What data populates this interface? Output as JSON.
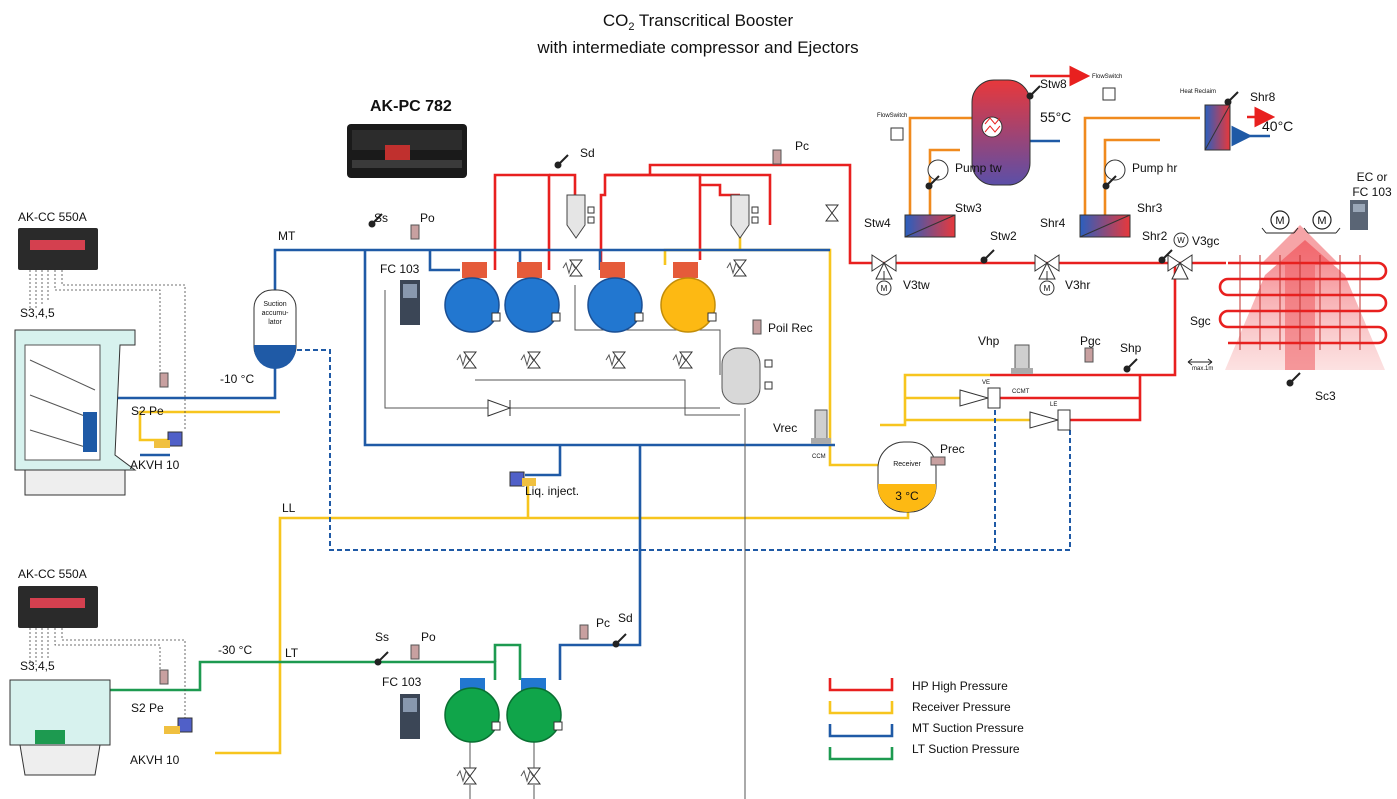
{
  "title": {
    "line1_main": "CO",
    "line1_sub": "2",
    "line1_rest": " Transcritical Booster",
    "line2": "with intermediate compressor and Ejectors"
  },
  "controller": {
    "name": "AK-PC 782"
  },
  "case_controllers": {
    "top": "AK-CC 550A",
    "bottom": "AK-CC 550A"
  },
  "labels": {
    "mt": "MT",
    "lt": "LT",
    "ll": "LL",
    "ss_mt": "Ss",
    "po_mt": "Po",
    "sd_mt": "Sd",
    "pc_mt": "Pc",
    "fc_mt": "FC 103",
    "fc_lt": "FC 103",
    "poil_rec": "Poil Rec",
    "suction_acc": [
      "Suction",
      "accumu-",
      "lator"
    ],
    "temp_mt": "-10 °C",
    "temp_lt": "-30 °C",
    "s345_top": "S3,4,5",
    "s345_bot": "S3,4,5",
    "s2pe_top": "S2  Pe",
    "s2pe_bot": "S2  Pe",
    "akvh_top": "AKVH 10",
    "akvh_bot": "AKVH 10",
    "liq_inject": "Liq. inject.",
    "vrec": "Vrec",
    "ccm": "CCM",
    "receiver": "Receiver",
    "prec": "Prec",
    "rec_temp": "3 °C",
    "vhp": "Vhp",
    "ccmt": "CCMT",
    "pgc": "Pgc",
    "shp": "Shp",
    "ve": "VE",
    "le": "LE",
    "stw8": "Stw8",
    "t55": "55°C",
    "flowswitch_tw": "FlowSwitch",
    "flowswitch_hr": "FlowSwitch",
    "stw4": "Stw4",
    "pump_tw": "Pump tw",
    "stw3": "Stw3",
    "stw2": "Stw2",
    "v3tw": "V3tw",
    "heat_reclaim": "Heat Reclaim",
    "shr8": "Shr8",
    "t40": "40°C",
    "shr4": "Shr4",
    "pump_hr": "Pump hr",
    "shr3": "Shr3",
    "shr2": "Shr2",
    "v3hr": "V3hr",
    "v3gc": "V3gc",
    "ec_fc": [
      "EC or",
      "FC 103"
    ],
    "sgc": "Sgc",
    "max1m": "max.1m",
    "sc3": "Sc3",
    "ss_lt": "Ss",
    "po_lt": "Po",
    "pc_lt": "Pc",
    "sd_lt": "Sd",
    "motor": "M",
    "w": "W"
  },
  "legend": [
    {
      "label": "HP High Pressure",
      "color": "#e8201f"
    },
    {
      "label": "Receiver Pressure",
      "color": "#f7c51e"
    },
    {
      "label": "MT Suction Pressure",
      "color": "#1f5aa6"
    },
    {
      "label": "LT Suction Pressure",
      "color": "#1d9a50"
    }
  ]
}
